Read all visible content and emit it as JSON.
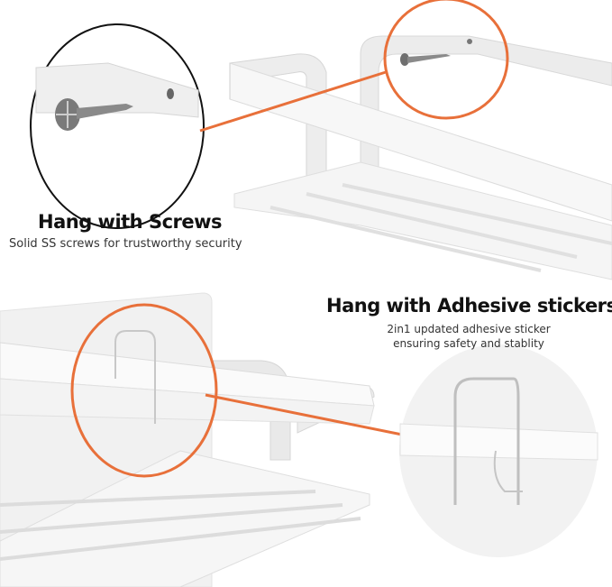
{
  "sections": {
    "screws": {
      "title": "Hang with Screws",
      "subtitle": "Solid SS screws for trustworthy security"
    },
    "adhesive": {
      "title": "Hang with Adhesive stickers",
      "subtitle_line1": "2in1 updated adhesive sticker",
      "subtitle_line2": "ensuring safety and stablity"
    }
  },
  "colors": {
    "accent": "#E8703A",
    "circle_outline": "#111111",
    "shelf": "#F2F2F2"
  }
}
